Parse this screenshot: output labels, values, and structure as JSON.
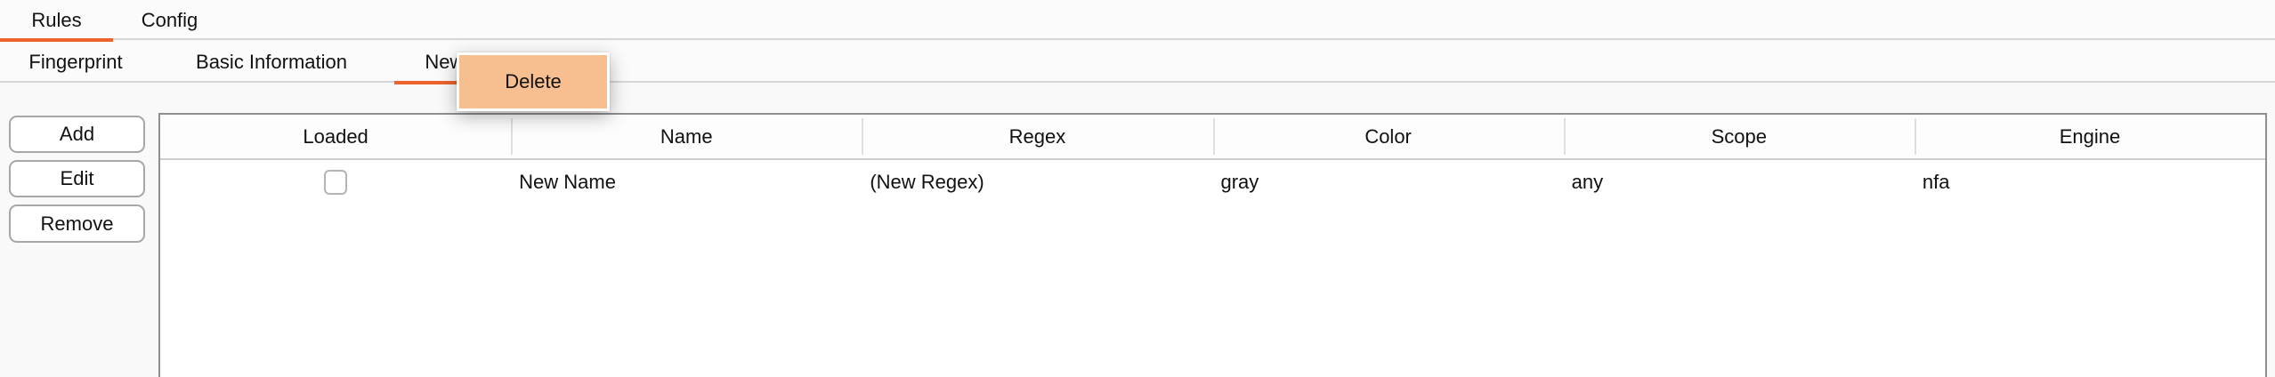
{
  "tabs_primary": [
    {
      "label": "Rules",
      "selected": true
    },
    {
      "label": "Config",
      "selected": false
    }
  ],
  "tabs_secondary": [
    {
      "label": "Fingerprint",
      "selected": false
    },
    {
      "label": "Basic Information",
      "selected": false
    },
    {
      "label": "New 0",
      "selected": true
    }
  ],
  "context_menu": {
    "items": [
      {
        "label": "Delete",
        "highlighted": true
      }
    ]
  },
  "sidebar_buttons": [
    {
      "label": "Add"
    },
    {
      "label": "Edit"
    },
    {
      "label": "Remove"
    }
  ],
  "table": {
    "columns": [
      "Loaded",
      "Name",
      "Regex",
      "Color",
      "Scope",
      "Engine"
    ],
    "rows": [
      {
        "loaded": false,
        "name": "New Name",
        "regex": "(New Regex)",
        "color": "gray",
        "scope": "any",
        "engine": "nfa"
      }
    ]
  },
  "colors": {
    "accent_orange": "#ee6230",
    "menu_highlight": "#f7bf90",
    "tab_divider": "#d5d7d7",
    "table_frame": "#8e8e93"
  }
}
